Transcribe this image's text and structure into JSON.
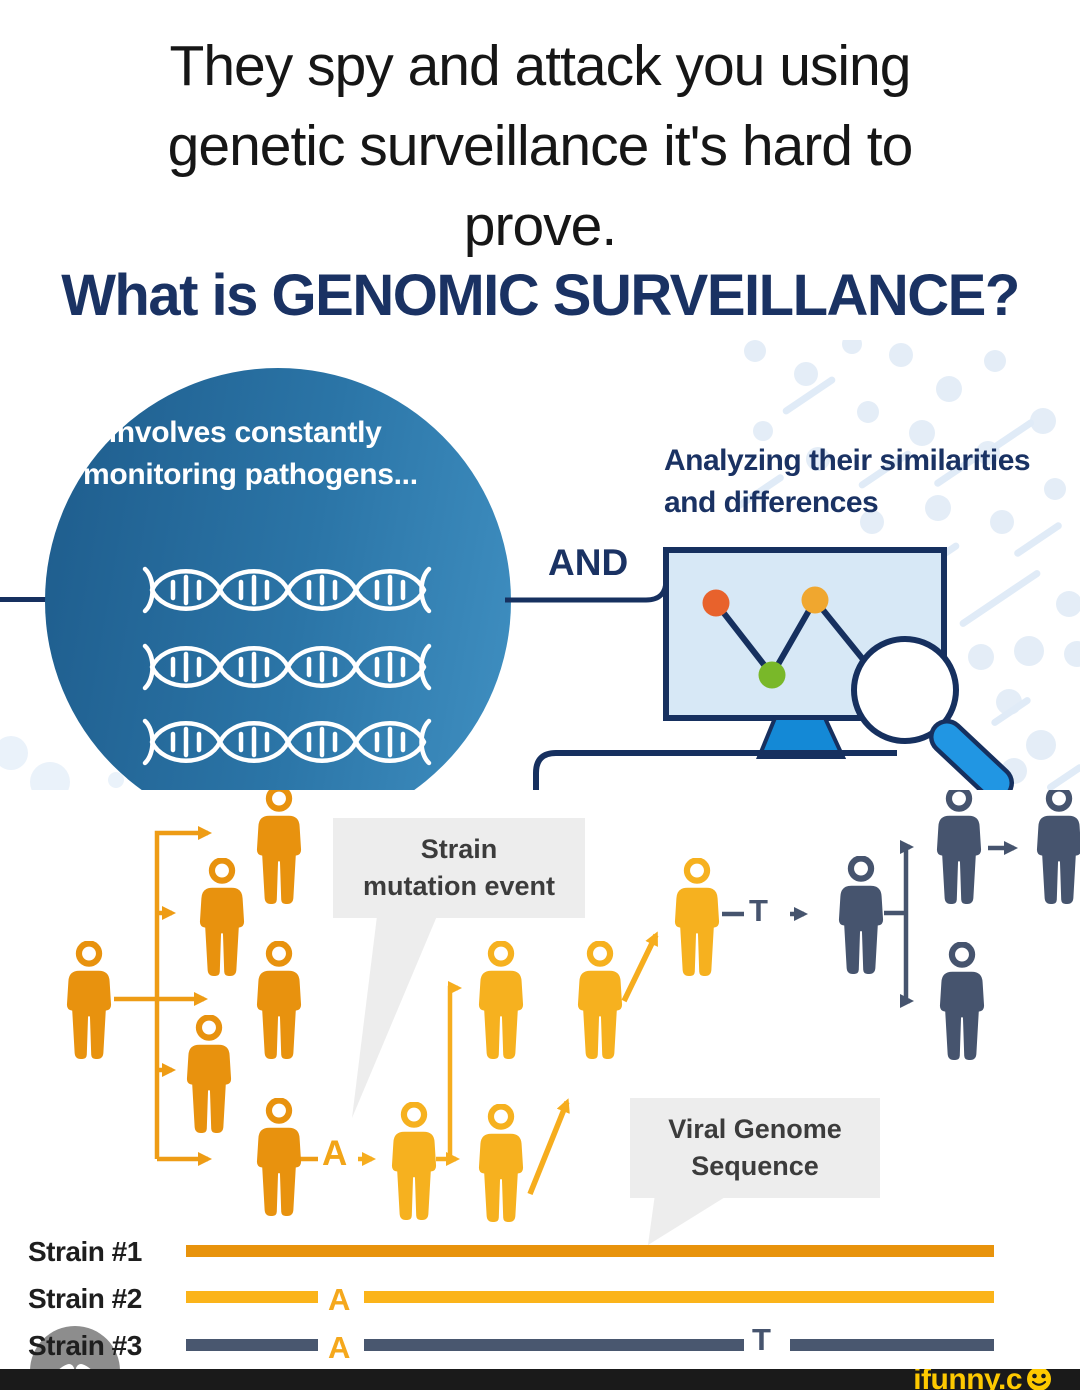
{
  "meme": {
    "line1": "They spy and attack you using",
    "line2": "genetic surveillance it's hard to",
    "line3": "prove."
  },
  "headline": "What is GENOMIC SURVEILLANCE?",
  "panel": {
    "monitoring": {
      "line1": "It involves constantly",
      "line2": "monitoring pathogens..."
    },
    "and_label": "AND",
    "analyzing": {
      "line1": "Analyzing their similarities",
      "line2": "and differences"
    }
  },
  "diagram": {
    "bubbles": {
      "strain_mutation": {
        "line1": "Strain",
        "line2": "mutation event"
      },
      "viral_genome": {
        "line1": "Viral Genome",
        "line2": "Sequence"
      }
    },
    "transitions": {
      "a": "A",
      "t": "T"
    },
    "strains": [
      {
        "label": "Strain #1"
      },
      {
        "label": "Strain #2",
        "marker_a": "A"
      },
      {
        "label": "Strain #3",
        "marker_a": "A",
        "marker_t": "T"
      }
    ]
  },
  "watermark": {
    "text": "ifunny.c",
    "icon": "smiley-o"
  },
  "colors": {
    "accent_navy": "#1A3263",
    "person_orange": "#E8920E",
    "person_gold": "#F6B11F",
    "person_navy": "#46546E",
    "strain1_line": "#E8930C",
    "strain2_line": "#FBB41A",
    "strain3_line": "#49576F",
    "dot_orange": "#E8622C",
    "dot_amber": "#F0A72F",
    "dot_green": "#79B829",
    "screen_blue": "#D7E8F6",
    "stand_blue": "#1489D6",
    "watermark_yellow": "#FEC900"
  }
}
